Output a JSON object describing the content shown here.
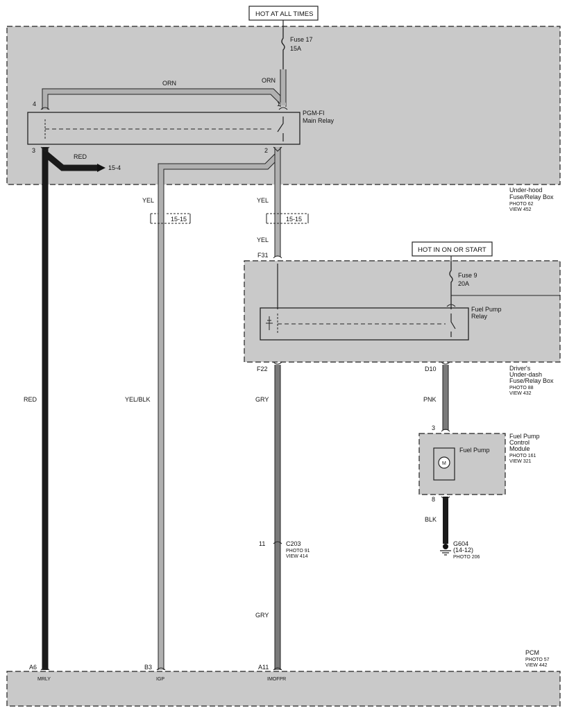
{
  "labels": {
    "hot_at_all_times": "HOT AT ALL TIMES",
    "hot_in_on_or_start": "HOT IN ON OR START",
    "fuse17": "Fuse 17",
    "fuse17_amp": "15A",
    "fuse9": "Fuse 9",
    "fuse9_amp": "20A",
    "pgm_relay_1": "PGM-FI",
    "pgm_relay_2": "Main Relay",
    "fp_relay_1": "Fuel Pump",
    "fp_relay_2": "Relay",
    "underhood_1": "Under-hood",
    "underhood_2": "Fuse/Relay Box",
    "underhood_3": "PHOTO 62",
    "underhood_4": "VIEW 452",
    "driver_1": "Driver's",
    "driver_2": "Under-dash",
    "driver_3": "Fuse/Relay Box",
    "driver_4": "PHOTO 88",
    "driver_5": "VIEW 432",
    "fpcm_1": "Fuel Pump",
    "fpcm_2": "Control",
    "fpcm_3": "Module",
    "fpcm_4": "PHOTO 161",
    "fpcm_5": "VIEW 321",
    "fuel_pump": "Fuel Pump",
    "motor": "M",
    "g604_1": "G604",
    "g604_2": "(14-12)",
    "g604_3": "PHOTO 206",
    "c203": "C203",
    "c203_photo": "PHOTO 91",
    "c203_view": "VIEW 414",
    "pcm_1": "PCM",
    "pcm_2": "PHOTO 57",
    "pcm_3": "VIEW 442",
    "conn_1515_a": "15-15",
    "conn_1515_b": "15-15",
    "conn_154": "15-4",
    "pin_4": "4",
    "pin_1": "1",
    "pin_3": "3",
    "pin_2": "2",
    "pin_f31": "F31",
    "pin_f22": "F22",
    "pin_d10": "D10",
    "pin_fp3": "3",
    "pin_fp8": "8",
    "pin_11": "11",
    "pin_a6": "A6",
    "pin_b3": "B3",
    "pin_a11": "A11",
    "pcm_mrly": "MRLY",
    "pcm_igp": "IGP",
    "pcm_imofpr": "IMOFPR",
    "w_orn_top": "ORN",
    "w_orn_right": "ORN",
    "w_red_branch": "RED",
    "w_yel_left": "YEL",
    "w_yel_right": "YEL",
    "w_yel_right2": "YEL",
    "w_red": "RED",
    "w_yelblk": "YEL/BLK",
    "w_gry_1": "GRY",
    "w_gry_2": "GRY",
    "w_pnk": "PNK",
    "w_blk": "BLK"
  },
  "colors": {
    "box_fill": "#c9c9c9",
    "wire_black": "#1a1a1a",
    "wire_grey": "#7a7a7a",
    "wire_light": "#b0b0b0"
  }
}
